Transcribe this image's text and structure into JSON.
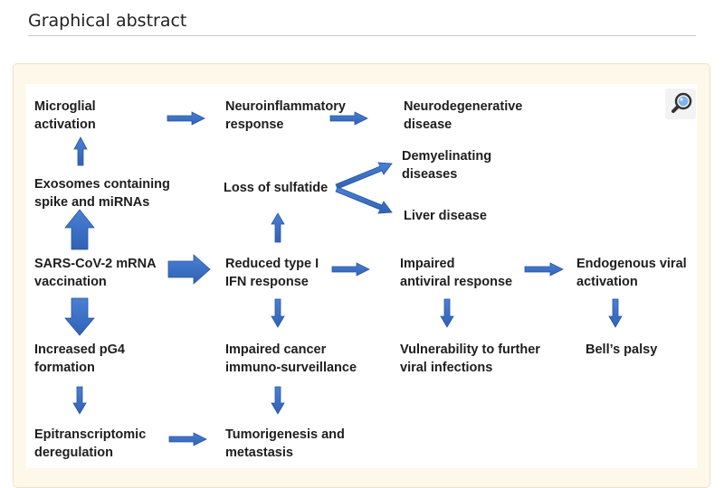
{
  "header": {
    "title": "Graphical abstract"
  },
  "icons": {
    "zoom": "magnifier-icon"
  },
  "colors": {
    "arrow": "#3a6fc4",
    "arrow_stroke": "#2a55a0",
    "panel_bg": "#fdf8e9"
  },
  "diagram": {
    "nodes": {
      "microglial": [
        "Microglial",
        "activation"
      ],
      "neuroinflam": [
        "Neuroinflammatory",
        "response"
      ],
      "neurodegen": [
        "Neurodegenerative",
        "disease"
      ],
      "demyelinating": [
        "Demyelinating",
        "diseases"
      ],
      "exosomes": [
        "Exosomes containing",
        "spike and miRNAs"
      ],
      "sulfatide": [
        "Loss of sulfatide"
      ],
      "liver": [
        "Liver disease"
      ],
      "vaccination": [
        "SARS-CoV-2 mRNA",
        "vaccination"
      ],
      "reduced_ifn": [
        "Reduced type I",
        "IFN response"
      ],
      "impaired_antiviral": [
        "Impaired",
        "antiviral response"
      ],
      "endogenous": [
        "Endogenous viral",
        "activation"
      ],
      "pg4": [
        "Increased pG4",
        "formation"
      ],
      "cancer_surv": [
        "Impaired cancer",
        "immuno-surveillance"
      ],
      "vulnerability": [
        "Vulnerability to further",
        "viral infections"
      ],
      "bells": [
        "Bell’s palsy"
      ],
      "epitranscriptomic": [
        "Epitranscriptomic",
        "deregulation"
      ],
      "tumorigenesis": [
        "Tumorigenesis and",
        "metastasis"
      ]
    }
  }
}
